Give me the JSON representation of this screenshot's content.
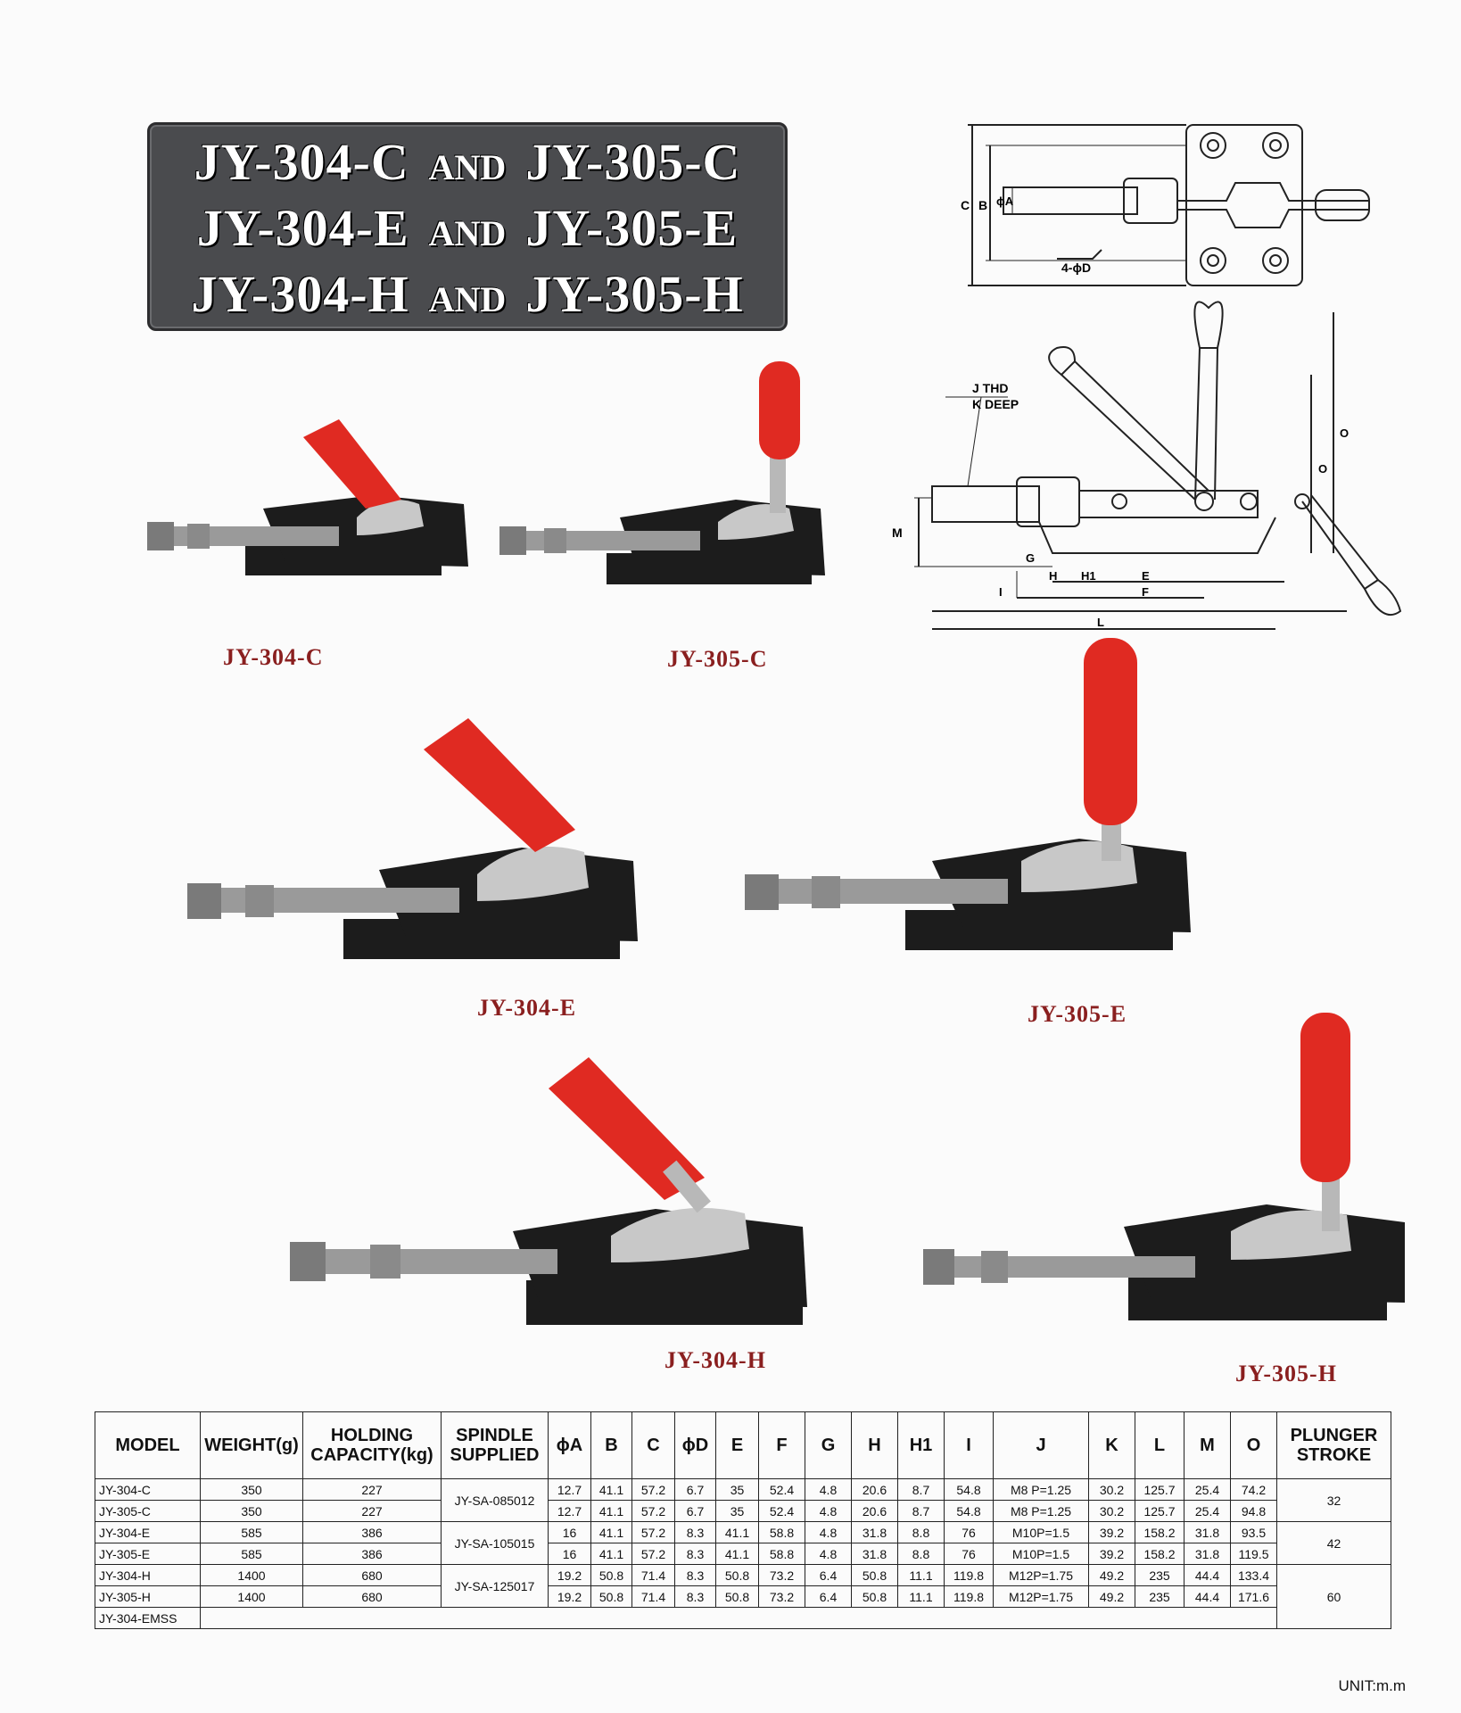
{
  "title": {
    "lines": [
      {
        "left": "JY-304-C",
        "and": "AND",
        "right": "JY-305-C"
      },
      {
        "left": "JY-304-E",
        "and": "AND",
        "right": "JY-305-E"
      },
      {
        "left": "JY-304-H",
        "and": "AND",
        "right": "JY-305-H"
      }
    ]
  },
  "captions": {
    "c304": "JY-304-C",
    "c305": "JY-305-C",
    "e304": "JY-304-E",
    "e305": "JY-305-E",
    "h304": "JY-304-H",
    "h305": "JY-305-H"
  },
  "drawing_labels": {
    "top": {
      "c": "C",
      "b": "B",
      "a": "ϕA",
      "d": "4-ϕD"
    },
    "side": {
      "j": "J THD",
      "k": "K DEEP",
      "m": "M",
      "g": "G",
      "h": "H",
      "h1": "H1",
      "e": "E",
      "f": "F",
      "i": "I",
      "l": "L",
      "o": "O"
    }
  },
  "table": {
    "headers": [
      "MODEL",
      "WEIGHT(g)",
      "HOLDING CAPACITY(kg)",
      "SPINDLE SUPPLIED",
      "ϕA",
      "B",
      "C",
      "ϕD",
      "E",
      "F",
      "G",
      "H",
      "H1",
      "I",
      "J",
      "K",
      "L",
      "M",
      "O",
      "PLUNGER STROKE"
    ],
    "rows": [
      {
        "model": "JY-304-C",
        "weight": "350",
        "capacity": "227",
        "A": "12.7",
        "B": "41.1",
        "C": "57.2",
        "D": "6.7",
        "E": "35",
        "F": "52.4",
        "G": "4.8",
        "H": "20.6",
        "H1": "8.7",
        "I": "54.8",
        "J": "M8 P=1.25",
        "K": "30.2",
        "L": "125.7",
        "M": "25.4",
        "O": "74.2"
      },
      {
        "model": "JY-305-C",
        "weight": "350",
        "capacity": "227",
        "A": "12.7",
        "B": "41.1",
        "C": "57.2",
        "D": "6.7",
        "E": "35",
        "F": "52.4",
        "G": "4.8",
        "H": "20.6",
        "H1": "8.7",
        "I": "54.8",
        "J": "M8 P=1.25",
        "K": "30.2",
        "L": "125.7",
        "M": "25.4",
        "O": "94.8"
      },
      {
        "model": "JY-304-E",
        "weight": "585",
        "capacity": "386",
        "A": "16",
        "B": "41.1",
        "C": "57.2",
        "D": "8.3",
        "E": "41.1",
        "F": "58.8",
        "G": "4.8",
        "H": "31.8",
        "H1": "8.8",
        "I": "76",
        "J": "M10P=1.5",
        "K": "39.2",
        "L": "158.2",
        "M": "31.8",
        "O": "93.5"
      },
      {
        "model": "JY-305-E",
        "weight": "585",
        "capacity": "386",
        "A": "16",
        "B": "41.1",
        "C": "57.2",
        "D": "8.3",
        "E": "41.1",
        "F": "58.8",
        "G": "4.8",
        "H": "31.8",
        "H1": "8.8",
        "I": "76",
        "J": "M10P=1.5",
        "K": "39.2",
        "L": "158.2",
        "M": "31.8",
        "O": "119.5"
      },
      {
        "model": "JY-304-H",
        "weight": "1400",
        "capacity": "680",
        "A": "19.2",
        "B": "50.8",
        "C": "71.4",
        "D": "8.3",
        "E": "50.8",
        "F": "73.2",
        "G": "6.4",
        "H": "50.8",
        "H1": "11.1",
        "I": "119.8",
        "J": "M12P=1.75",
        "K": "49.2",
        "L": "235",
        "M": "44.4",
        "O": "133.4"
      },
      {
        "model": "JY-305-H",
        "weight": "1400",
        "capacity": "680",
        "A": "19.2",
        "B": "50.8",
        "C": "71.4",
        "D": "8.3",
        "E": "50.8",
        "F": "73.2",
        "G": "6.4",
        "H": "50.8",
        "H1": "11.1",
        "I": "119.8",
        "J": "M12P=1.75",
        "K": "49.2",
        "L": "235",
        "M": "44.4",
        "O": "171.6"
      },
      {
        "model": "JY-304-EMSS"
      }
    ],
    "spindles": [
      "JY-SA-085012",
      "JY-SA-105015",
      "JY-SA-125017"
    ],
    "strokes": [
      "32",
      "42",
      "60"
    ]
  },
  "unit": "UNIT:m.m",
  "colors": {
    "handle_red": "#e02a22",
    "body_black": "#1c1c1c",
    "caption": "#8a1f1f",
    "title_bg": "#4a4b4e"
  }
}
